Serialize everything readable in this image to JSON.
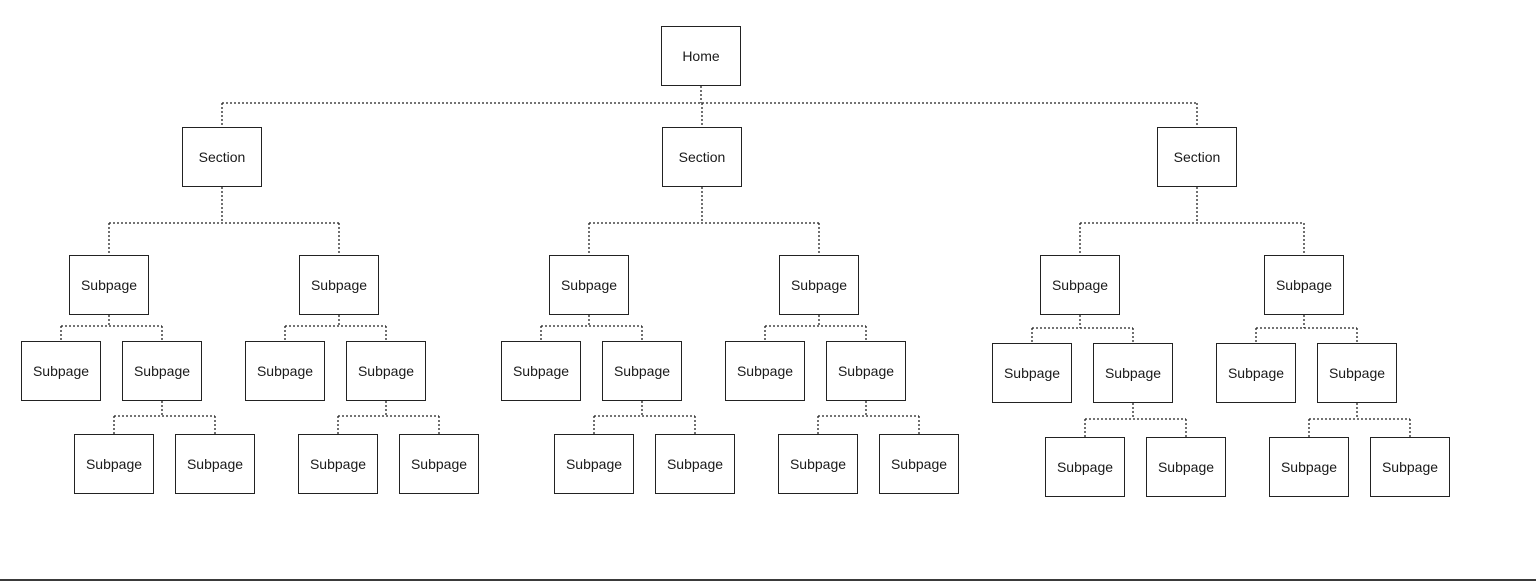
{
  "sitemap": {
    "root": {
      "label": "Home",
      "children": [
        {
          "label": "Section",
          "children": [
            {
              "label": "Subpage",
              "children": [
                {
                  "label": "Subpage"
                },
                {
                  "label": "Subpage",
                  "children": [
                    {
                      "label": "Subpage"
                    },
                    {
                      "label": "Subpage"
                    }
                  ]
                }
              ]
            },
            {
              "label": "Subpage",
              "children": [
                {
                  "label": "Subpage"
                },
                {
                  "label": "Subpage",
                  "children": [
                    {
                      "label": "Subpage"
                    },
                    {
                      "label": "Subpage"
                    }
                  ]
                }
              ]
            }
          ]
        },
        {
          "label": "Section",
          "children": [
            {
              "label": "Subpage",
              "children": [
                {
                  "label": "Subpage"
                },
                {
                  "label": "Subpage",
                  "children": [
                    {
                      "label": "Subpage"
                    },
                    {
                      "label": "Subpage"
                    }
                  ]
                }
              ]
            },
            {
              "label": "Subpage",
              "children": [
                {
                  "label": "Subpage"
                },
                {
                  "label": "Subpage",
                  "children": [
                    {
                      "label": "Subpage"
                    },
                    {
                      "label": "Subpage"
                    }
                  ]
                }
              ]
            }
          ]
        },
        {
          "label": "Section",
          "children": [
            {
              "label": "Subpage",
              "children": [
                {
                  "label": "Subpage"
                },
                {
                  "label": "Subpage",
                  "children": [
                    {
                      "label": "Subpage"
                    },
                    {
                      "label": "Subpage"
                    }
                  ]
                }
              ]
            },
            {
              "label": "Subpage",
              "children": [
                {
                  "label": "Subpage"
                },
                {
                  "label": "Subpage",
                  "children": [
                    {
                      "label": "Subpage"
                    },
                    {
                      "label": "Subpage"
                    }
                  ]
                }
              ]
            }
          ]
        }
      ]
    },
    "colors": {
      "border": "#222222",
      "connector": "#222222",
      "background": "#ffffff"
    }
  }
}
